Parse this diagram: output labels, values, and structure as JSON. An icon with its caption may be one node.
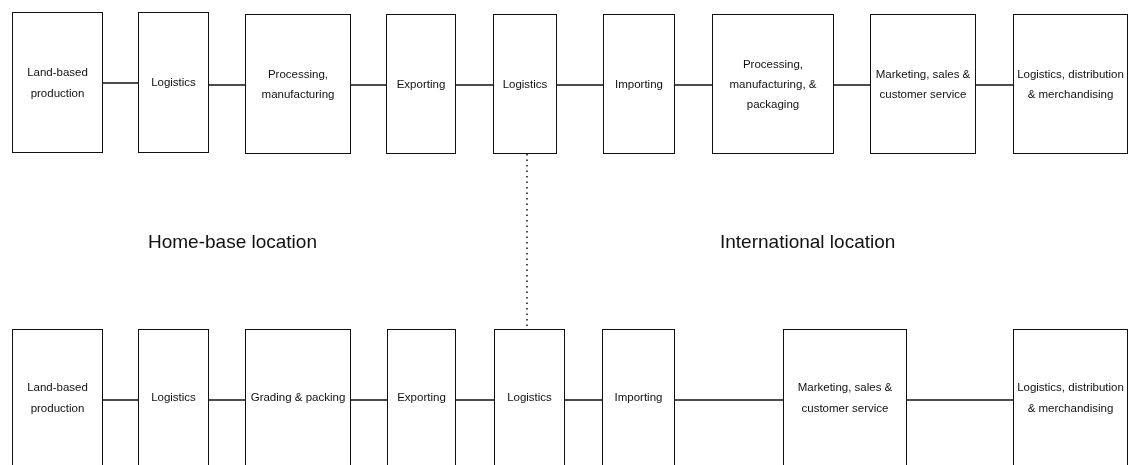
{
  "diagram": {
    "nodes": [
      {
        "text": [
          "Land-based production"
        ]
      },
      {
        "text": [
          "Logistics"
        ]
      },
      {
        "text": [
          "Processing, manufacturing"
        ]
      },
      {
        "text": [
          "Exporting"
        ]
      },
      {
        "text": [
          "Logistics"
        ]
      },
      {
        "text": [
          "Importing"
        ]
      },
      {
        "text": [
          "Processing, manufacturing, & packaging"
        ]
      },
      {
        "text": [
          "Marketing, sales & customer service"
        ]
      },
      {
        "text": [
          "Logistics, distribution & merchandising"
        ]
      },
      {
        "text": [
          "Land-based production"
        ]
      },
      {
        "text": [
          "Logistics"
        ]
      },
      {
        "text": [
          "Grading & packing"
        ]
      },
      {
        "text": [
          "Exporting"
        ]
      },
      {
        "text": [
          "Logistics"
        ]
      },
      {
        "text": [
          "Importing"
        ]
      },
      {
        "text": [
          "Marketing, sales & customer service"
        ]
      },
      {
        "text": [
          "Logistics, distribution & merchandising"
        ]
      }
    ],
    "edges": [
      {
        "from": 0,
        "to": 1,
        "arrow": "none"
      },
      {
        "from": 1,
        "to": 2,
        "arrow": "none"
      },
      {
        "from": 2,
        "to": 3,
        "arrow": "none"
      },
      {
        "from": 3,
        "to": 4,
        "arrow": "none"
      },
      {
        "from": 4,
        "to": 5,
        "arrow": "none"
      },
      {
        "from": 5,
        "to": 6,
        "arrow": "none"
      },
      {
        "from": 6,
        "to": 7,
        "arrow": "none"
      },
      {
        "from": 7,
        "to": 8,
        "arrow": "none"
      },
      {
        "from": 9,
        "to": 10,
        "arrow": "none"
      },
      {
        "from": 10,
        "to": 11,
        "arrow": "none"
      },
      {
        "from": 11,
        "to": 12,
        "arrow": "none"
      },
      {
        "from": 12,
        "to": 13,
        "arrow": "none"
      },
      {
        "from": 13,
        "to": 14,
        "arrow": "none"
      },
      {
        "from": 14,
        "to": 15,
        "arrow": "none"
      },
      {
        "from": 15,
        "to": 16,
        "arrow": "none"
      },
      {
        "from": 4,
        "to": 13,
        "arrow": "none",
        "style": "dashed"
      }
    ],
    "labels": [
      "Home-base location",
      "International location"
    ]
  }
}
